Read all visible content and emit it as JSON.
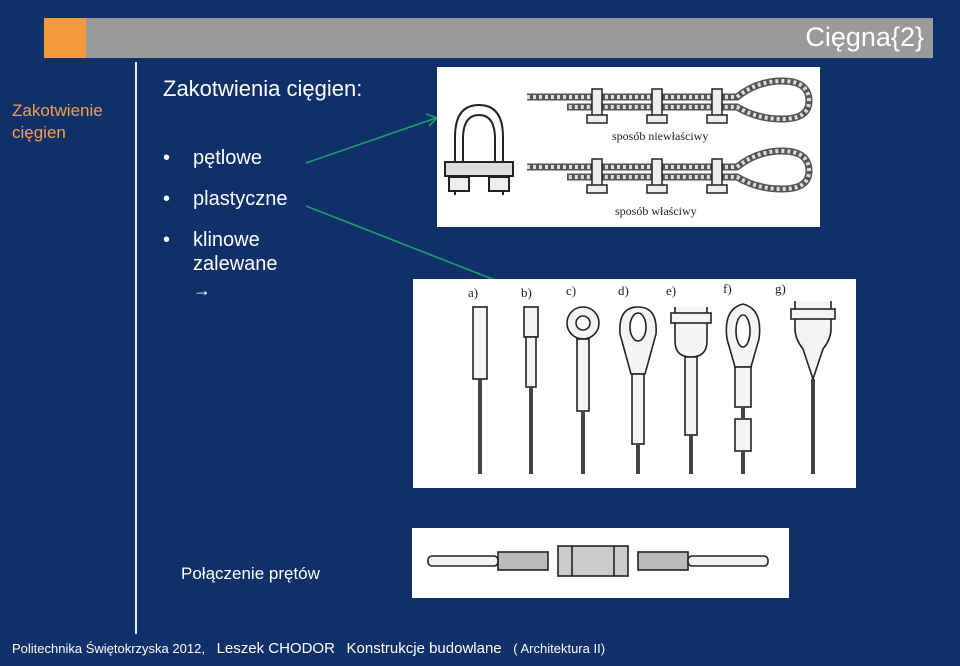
{
  "header": {
    "title": "Cięgna{2}"
  },
  "sidebar": {
    "section_label": "Zakotwienie cięgien"
  },
  "content": {
    "heading": "Zakotwienia cięgien:",
    "bullets": [
      {
        "label": "pętlowe"
      },
      {
        "label": "plastyczne"
      },
      {
        "label": "klinowe\nzalewane"
      }
    ],
    "arrow": "→",
    "caption": "Połączenie prętów"
  },
  "figures": {
    "clamps": {
      "label_wrong": "sposób niewłaściwy",
      "label_right": "sposób właściwy"
    },
    "terminations": {
      "letters": [
        "a)",
        "b)",
        "c)",
        "d)",
        "e)",
        "f)",
        "g)"
      ]
    }
  },
  "footer": {
    "university": "Politechnika Świętokrzyska 2012,",
    "author": "Leszek CHODOR",
    "course": "Konstrukcje budowlane",
    "program": "( Architektura II)"
  },
  "colors": {
    "background": "#10306a",
    "accent": "#f59a3a",
    "title_bar": "#9a9a9a",
    "connector": "#1aa06a"
  }
}
